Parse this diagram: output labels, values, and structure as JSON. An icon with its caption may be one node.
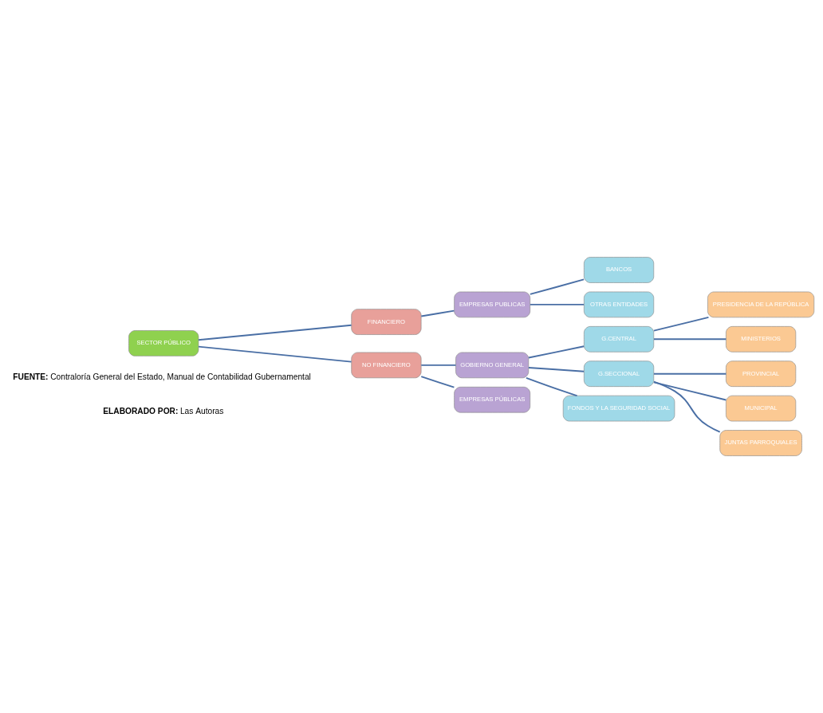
{
  "diagram": {
    "nodes": [
      {
        "text": [
          "SECTOR PÚBLICO"
        ]
      },
      {
        "text": [
          "FINANCIERO"
        ]
      },
      {
        "text": [
          "NO FINANCIERO"
        ]
      },
      {
        "text": [
          "EMPRESAS PUBLICAS"
        ]
      },
      {
        "text": [
          "BANCOS"
        ]
      },
      {
        "text": [
          "OTRAS ENTIDADES"
        ]
      },
      {
        "text": [
          "GOBIERNO GENERAL"
        ]
      },
      {
        "text": [
          "EMPRESAS PÚBLICAS"
        ]
      },
      {
        "text": [
          "G.CENTRAL"
        ]
      },
      {
        "text": [
          "G.SECCIONAL"
        ]
      },
      {
        "text": [
          "FONDOS Y LA SEGURIDAD SOCIAL"
        ]
      },
      {
        "text": [
          "PRESIDENCIA DE LA REPÚBLICA"
        ]
      },
      {
        "text": [
          "MINISTERIOS"
        ]
      },
      {
        "text": [
          "PROVINCIAL"
        ]
      },
      {
        "text": [
          "MUNICIPAL"
        ]
      },
      {
        "text": [
          "JUNTAS PARROQUIALES"
        ]
      }
    ],
    "edges": [
      {
        "from": 0,
        "to": 1,
        "arrow": "none"
      },
      {
        "from": 0,
        "to": 2,
        "arrow": "none"
      },
      {
        "from": 1,
        "to": 3,
        "arrow": "none"
      },
      {
        "from": 3,
        "to": 4,
        "arrow": "none"
      },
      {
        "from": 3,
        "to": 5,
        "arrow": "none"
      },
      {
        "from": 2,
        "to": 6,
        "arrow": "none"
      },
      {
        "from": 2,
        "to": 7,
        "arrow": "none"
      },
      {
        "from": 6,
        "to": 8,
        "arrow": "none"
      },
      {
        "from": 6,
        "to": 9,
        "arrow": "none"
      },
      {
        "from": 6,
        "to": 10,
        "arrow": "none"
      },
      {
        "from": 8,
        "to": 11,
        "arrow": "none"
      },
      {
        "from": 8,
        "to": 12,
        "arrow": "none"
      },
      {
        "from": 9,
        "to": 13,
        "arrow": "none"
      },
      {
        "from": 9,
        "to": 14,
        "arrow": "none"
      },
      {
        "from": 9,
        "to": 15,
        "arrow": "none"
      }
    ],
    "labels": [
      "**FUENTE:** Contraloría General del Estado, Manual de Contabilidad Gubernamental",
      "**ELABORADO POR:** Las Autoras"
    ]
  }
}
